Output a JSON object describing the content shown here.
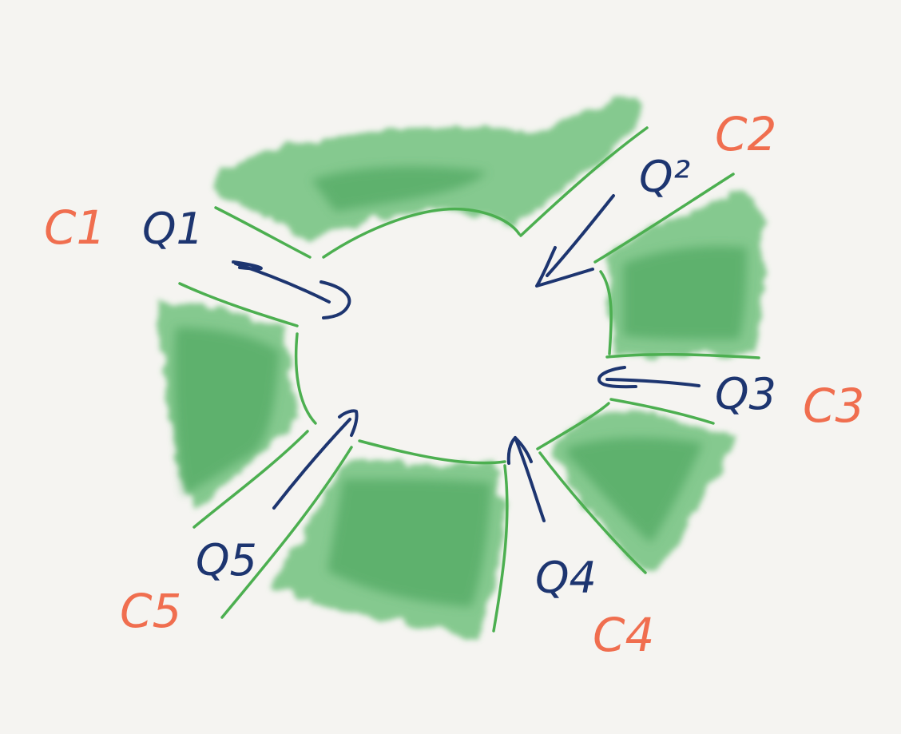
{
  "colors": {
    "background": "#f5f4f1",
    "region_fill": "#5cb86a",
    "road_edge": "#4caf50",
    "queue_ink": "#1d3570",
    "category_ink": "#f06e4f"
  },
  "queues": [
    {
      "id": "q1",
      "label": "Q1"
    },
    {
      "id": "q2",
      "label": "Q²"
    },
    {
      "id": "q3",
      "label": "Q3"
    },
    {
      "id": "q4",
      "label": "Q4"
    },
    {
      "id": "q5",
      "label": "Q5"
    }
  ],
  "categories": [
    {
      "id": "c1",
      "label": "C1"
    },
    {
      "id": "c2",
      "label": "C2"
    },
    {
      "id": "c3",
      "label": "C3"
    },
    {
      "id": "c4",
      "label": "C4"
    },
    {
      "id": "c5",
      "label": "C5"
    }
  ]
}
